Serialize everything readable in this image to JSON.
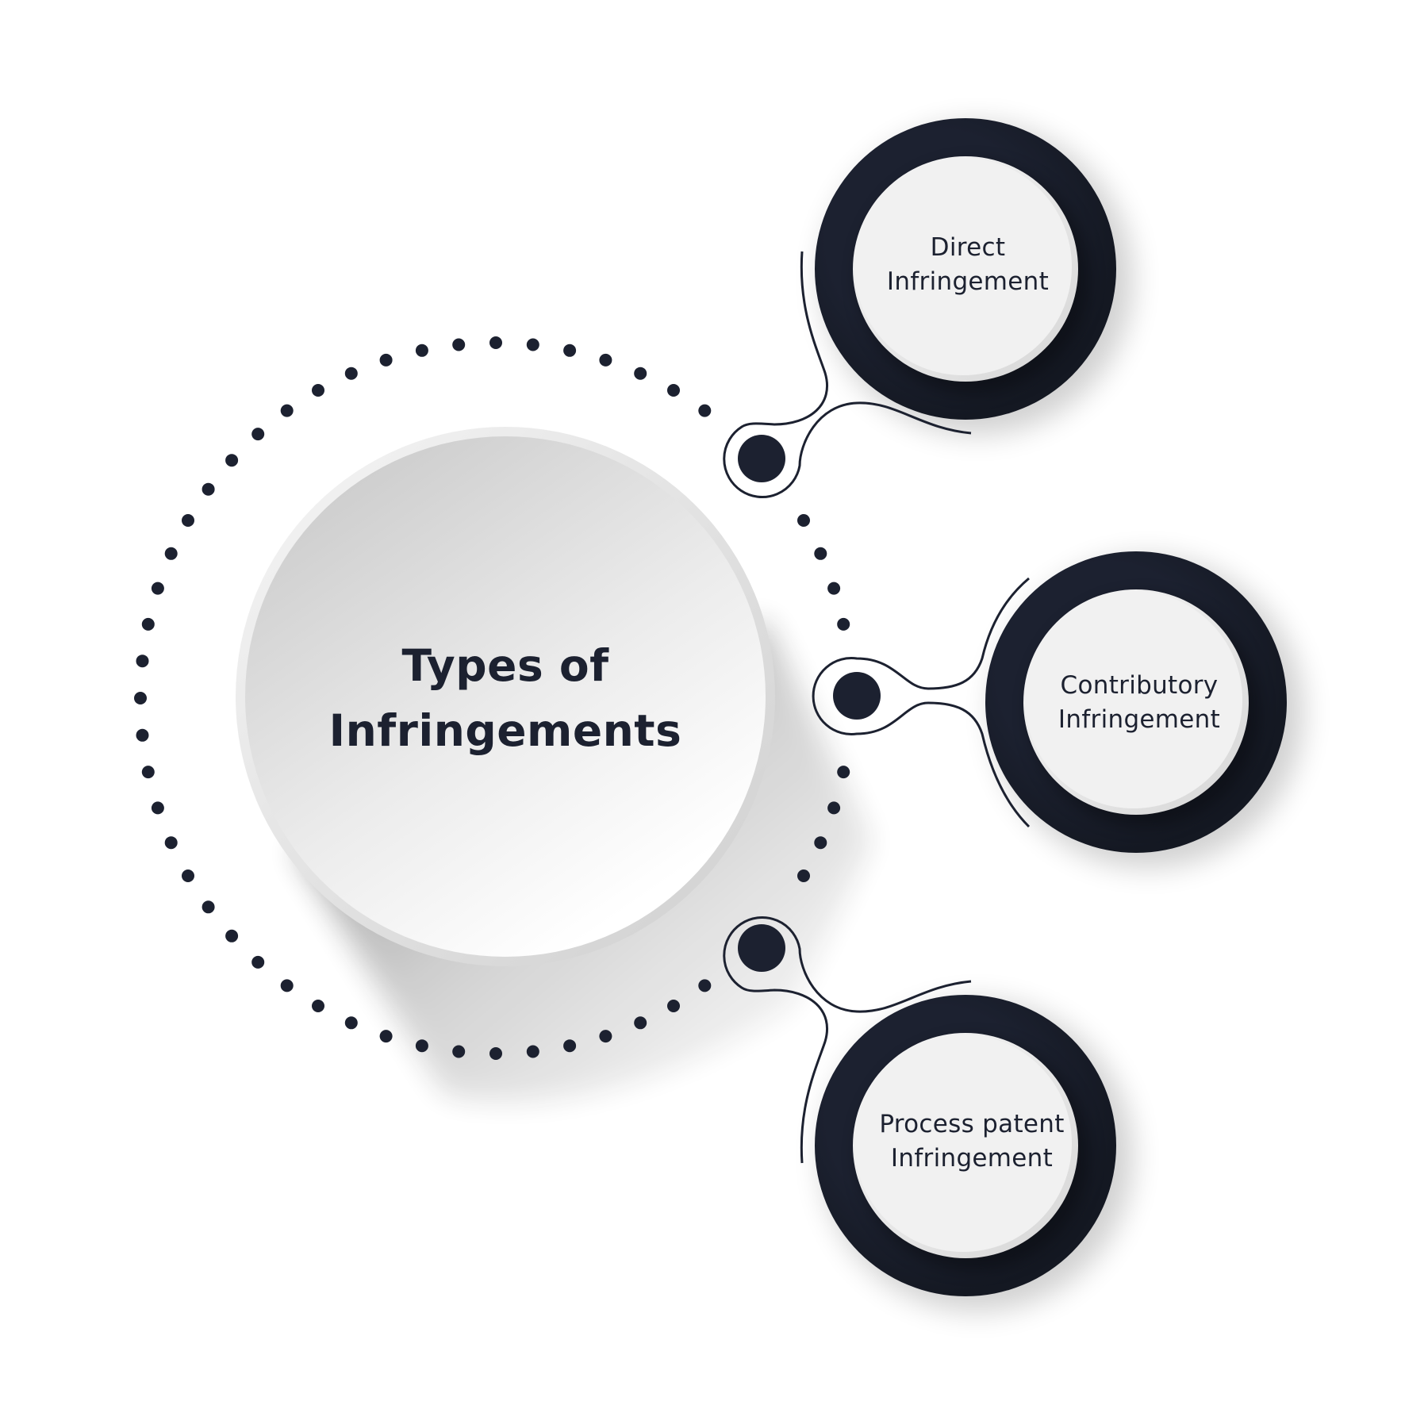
{
  "diagram": {
    "title": {
      "line1": "Types of",
      "line2": "Infringements"
    },
    "items": [
      {
        "line1": "Direct",
        "line2": "Infringement"
      },
      {
        "line1": "Contributory",
        "line2": "Infringement"
      },
      {
        "line1": "Process patent",
        "line2": "Infringement"
      }
    ]
  },
  "colors": {
    "background": "#ffffff",
    "accent_dark": "#1c2130",
    "bubble_inner": "#f1f1f1",
    "center_light": "#fbfbfb",
    "center_dark": "#d0d0d0",
    "text": "#1c2130"
  }
}
